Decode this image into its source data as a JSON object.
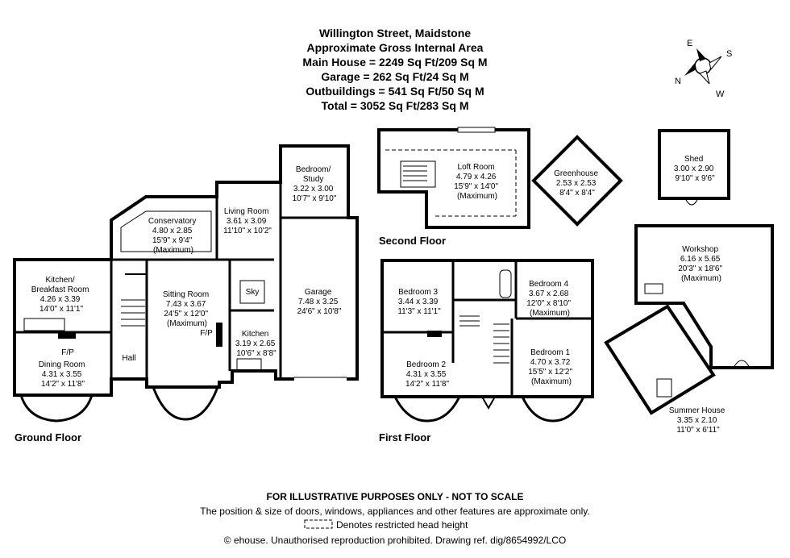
{
  "header": {
    "lines": [
      "Willington Street, Maidstone",
      "Approximate Gross Internal Area",
      "Main House = 2249 Sq Ft/209 Sq M",
      "Garage = 262 Sq Ft/24 Sq M",
      "Outbuildings = 541 Sq Ft/50 Sq M",
      "Total = 3052 Sq Ft/283 Sq M"
    ]
  },
  "compass": {
    "e": "E",
    "s": "S",
    "n": "N",
    "w": "W"
  },
  "floors": {
    "ground": "Ground Floor",
    "first": "First Floor",
    "second": "Second Floor"
  },
  "rooms": {
    "kitchen_breakfast": [
      "Kitchen/",
      "Breakfast Room",
      "4.26 x 3.39",
      "14'0\" x 11'1\""
    ],
    "conservatory": [
      "Conservatory",
      "4.80 x 2.85",
      "15'9\" x 9'4\"",
      "(Maximum)"
    ],
    "living_room": [
      "Living Room",
      "3.61 x 3.09",
      "11'10\" x 10'2\""
    ],
    "bedroom_study": [
      "Bedroom/",
      "Study",
      "3.22 x 3.00",
      "10'7\" x 9'10\""
    ],
    "sitting_room": [
      "Sitting Room",
      "7.43 x 3.67",
      "24'5\" x 12'0\"",
      "(Maximum)"
    ],
    "garage": [
      "Garage",
      "7.48 x 3.25",
      "24'6\" x 10'8\""
    ],
    "kitchen": [
      "Kitchen",
      "3.19 x 2.65",
      "10'6\" x 8'8\""
    ],
    "dining_room": [
      "Dining Room",
      "4.31 x 3.55",
      "14'2\" x 11'8\""
    ],
    "hall": [
      "Hall"
    ],
    "fp_dining": "F/P",
    "fp_sitting": "F/P",
    "sky": "Sky",
    "loft_room": [
      "Loft Room",
      "4.79 x 4.26",
      "15'9\" x 14'0\"",
      "(Maximum)"
    ],
    "greenhouse": [
      "Greenhouse",
      "2.53 x 2.53",
      "8'4\" x 8'4\""
    ],
    "shed": [
      "Shed",
      "3.00 x 2.90",
      "9'10\" x 9'6\""
    ],
    "workshop": [
      "Workshop",
      "6.16 x 5.65",
      "20'3\" x 18'6\"",
      "(Maximum)"
    ],
    "bedroom3": [
      "Bedroom 3",
      "3.44 x 3.39",
      "11'3\" x 11'1\""
    ],
    "bedroom4": [
      "Bedroom 4",
      "3.67 x 2.68",
      "12'0\" x 8'10\"",
      "(Maximum)"
    ],
    "bedroom2": [
      "Bedroom 2",
      "4.31 x 3.55",
      "14'2\" x 11'8\""
    ],
    "bedroom1": [
      "Bedroom 1",
      "4.70 x 3.72",
      "15'5\" x 12'2\"",
      "(Maximum)"
    ],
    "summer_house": [
      "Summer House",
      "3.35 x 2.10",
      "11'0\" x 6'11\""
    ]
  },
  "footer": {
    "disclaimer": "FOR ILLUSTRATIVE PURPOSES ONLY - NOT TO SCALE",
    "note": "The position & size of doors, windows, appliances and other features are approximate only.",
    "legend": "Denotes restricted head height",
    "copyright": "© ehouse. Unauthorised reproduction prohibited. Drawing ref. dig/8654992/LCO"
  }
}
